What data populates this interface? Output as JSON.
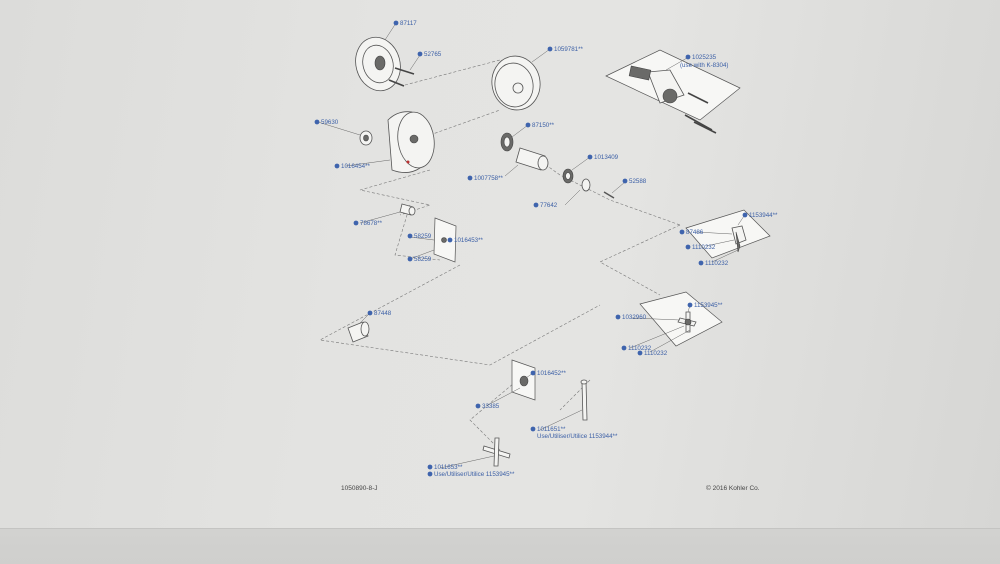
{
  "callouts": {
    "c87117": "87117",
    "c52765": "52765",
    "c1059781": "1059781**",
    "c1025235": "1025235",
    "c1025235_note": "(use with K-8304)",
    "c59630": "59630",
    "c1016454": "1016454**",
    "c87150": "87150**",
    "c1007758": "1007758**",
    "c1013409": "1013409",
    "c52588": "52588",
    "c77642": "77642",
    "c78678": "78678**",
    "c58259a": "58259",
    "c1016453": "1016453**",
    "c58259b": "58259",
    "c1153944": "1153944**",
    "c87486": "87486",
    "c1110232a": "1110232",
    "c1110232b": "1110232",
    "c87448": "87448",
    "c1153945": "1153945**",
    "c1032960": "1032960",
    "c1110232c": "1110232",
    "c1110232d": "1110232",
    "c1016452": "1016452**",
    "c33385": "33385",
    "c1011651": "1011651**",
    "c1011651_note": "Use/Utiliser/Utilice 1153944**",
    "c1011653": "1011653**",
    "c1011653_note": "Use/Utiliser/Utilice 1153945**"
  },
  "footer": {
    "doc_number": "1050890-8-J",
    "copyright": "© 2016 Kohler Co."
  }
}
